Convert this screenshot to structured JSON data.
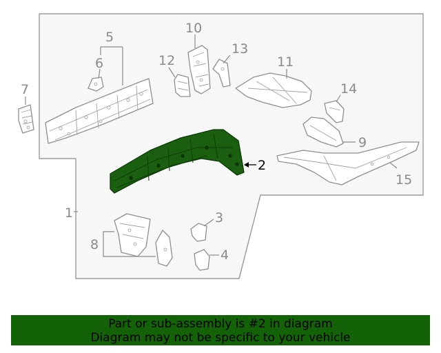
{
  "diagram": {
    "callouts": [
      {
        "id": "1",
        "text": "1"
      },
      {
        "id": "2",
        "text": "2",
        "highlighted": true
      },
      {
        "id": "3",
        "text": "3"
      },
      {
        "id": "4",
        "text": "4"
      },
      {
        "id": "5",
        "text": "5"
      },
      {
        "id": "6",
        "text": "6"
      },
      {
        "id": "7",
        "text": "7"
      },
      {
        "id": "8",
        "text": "8"
      },
      {
        "id": "9",
        "text": "9"
      },
      {
        "id": "10",
        "text": "10"
      },
      {
        "id": "11",
        "text": "11"
      },
      {
        "id": "12",
        "text": "12"
      },
      {
        "id": "13",
        "text": "13"
      },
      {
        "id": "14",
        "text": "14"
      },
      {
        "id": "15",
        "text": "15"
      }
    ]
  },
  "colors": {
    "highlight_fill": "#1a5e10",
    "banner_bg": "#136208",
    "line_gray": "#8a8a8a"
  },
  "banner": {
    "line1": "Part or sub-assembly is #2 in diagram",
    "line2": "Diagram may not be specific to your vehicle"
  }
}
